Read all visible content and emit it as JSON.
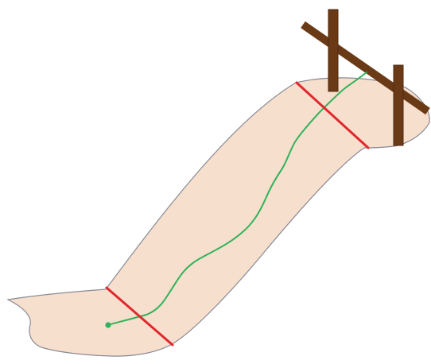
{
  "diagram": {
    "elements": {
      "slope_region": "slope-region",
      "upper_boundary_line": "upper-boundary-line",
      "lower_boundary_line": "lower-boundary-line",
      "flow_path": "flow-path",
      "start_point": "start-point",
      "fence_rail": "fence-rail",
      "fence_posts": [
        "fence-post-left",
        "fence-post-right"
      ]
    },
    "colors": {
      "region_fill": "#f6dfcd",
      "region_stroke": "#8a8a96",
      "boundary_line": "#e0282e",
      "flow_path": "#2fb35a",
      "start_point": "#2fb35a",
      "fence_wood": "#6a3a17",
      "fence_wood_dark": "#4d2a10",
      "background": "#ffffff"
    }
  }
}
